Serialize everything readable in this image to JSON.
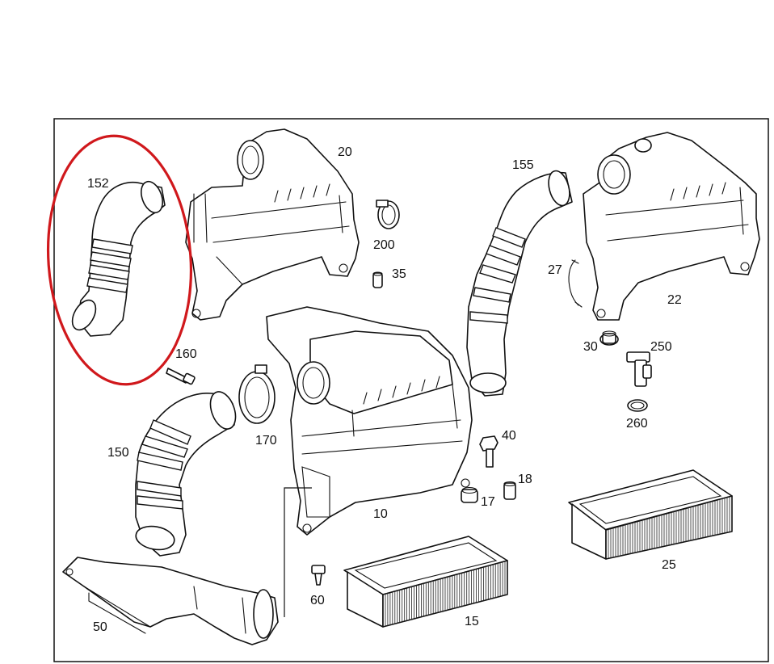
{
  "diagram": {
    "highlight_color": "#d0181c",
    "line_color": "#111111",
    "background": "#ffffff",
    "parts": [
      {
        "id": "p20",
        "label": "20",
        "icon": "air-filter-housing-upper-icon"
      },
      {
        "id": "p152",
        "label": "152",
        "icon": "intake-hose-icon"
      },
      {
        "id": "p200",
        "label": "200",
        "icon": "hose-clamp-icon"
      },
      {
        "id": "p35",
        "label": "35",
        "icon": "rubber-bushing-icon"
      },
      {
        "id": "p155",
        "label": "155",
        "icon": "intake-hose-icon"
      },
      {
        "id": "p27",
        "label": "27",
        "icon": "spring-clip-icon"
      },
      {
        "id": "p22",
        "label": "22",
        "icon": "air-filter-housing-upper-icon"
      },
      {
        "id": "p30",
        "label": "30",
        "icon": "grommet-icon"
      },
      {
        "id": "p250",
        "label": "250",
        "icon": "mass-air-flow-sensor-icon"
      },
      {
        "id": "p260",
        "label": "260",
        "icon": "o-ring-icon"
      },
      {
        "id": "p160",
        "label": "160",
        "icon": "stud-bolt-icon"
      },
      {
        "id": "p150",
        "label": "150",
        "icon": "intake-hose-icon"
      },
      {
        "id": "p170",
        "label": "170",
        "icon": "hose-clamp-icon"
      },
      {
        "id": "p10",
        "label": "10",
        "icon": "air-filter-housing-icon"
      },
      {
        "id": "p40",
        "label": "40",
        "icon": "bolt-icon"
      },
      {
        "id": "p18",
        "label": "18",
        "icon": "spacer-sleeve-icon"
      },
      {
        "id": "p17",
        "label": "17",
        "icon": "grommet-icon"
      },
      {
        "id": "p25",
        "label": "25",
        "icon": "air-filter-element-icon"
      },
      {
        "id": "p60",
        "label": "60",
        "icon": "push-clip-icon"
      },
      {
        "id": "p15",
        "label": "15",
        "icon": "air-filter-element-icon"
      },
      {
        "id": "p50",
        "label": "50",
        "icon": "air-intake-duct-icon"
      }
    ]
  }
}
